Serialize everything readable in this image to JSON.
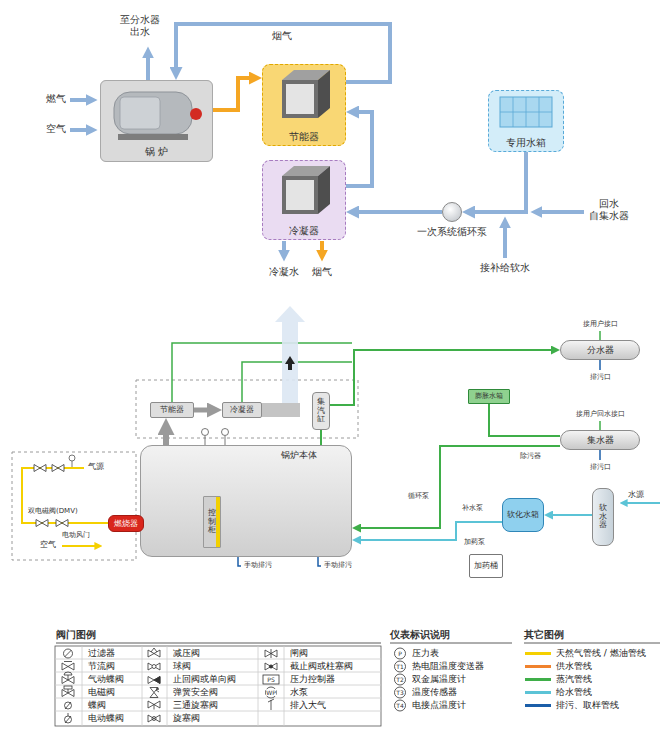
{
  "diagram": {
    "nodes": [
      {
        "text": [
          "锅 炉"
        ]
      },
      {
        "text": [
          "节能器"
        ]
      },
      {
        "text": [
          "冷凝器"
        ]
      },
      {
        "text": [
          "专用水箱"
        ]
      },
      {
        "text": [
          "一次系统循环泵"
        ]
      },
      {
        "text": [
          "锅炉本体"
        ]
      },
      {
        "text": [
          "节能器"
        ]
      },
      {
        "text": [
          "冷凝器"
        ]
      },
      {
        "text": [
          "集汽缸"
        ]
      },
      {
        "text": [
          "控制柜"
        ],
        "in": 5
      },
      {
        "text": [
          "燃烧器"
        ]
      },
      {
        "text": [
          "分水器"
        ]
      },
      {
        "text": [
          "集水器"
        ]
      },
      {
        "text": [
          "膨胀水箱"
        ]
      },
      {
        "text": [
          "软化水箱"
        ]
      },
      {
        "text": [
          "软水器"
        ]
      },
      {
        "text": [
          "加药桶"
        ]
      }
    ],
    "edges": [
      {
        "from": 0,
        "to": 1,
        "arrow": "to"
      },
      {
        "from": 4,
        "to": 2,
        "arrow": "to"
      },
      {
        "from": 2,
        "to": 1,
        "arrow": "to"
      },
      {
        "from": 1,
        "to": 0,
        "arrow": "to"
      },
      {
        "from": 3,
        "to": 4,
        "arrow": "to"
      },
      {
        "from": 5,
        "to": 6,
        "arrow": "to"
      },
      {
        "from": 6,
        "to": 7,
        "arrow": "to"
      },
      {
        "from": 8,
        "to": 11,
        "arrow": "to"
      },
      {
        "from": 12,
        "to": 5,
        "arrow": "to"
      },
      {
        "from": 14,
        "to": 5,
        "arrow": "to"
      },
      {
        "from": 15,
        "to": 14,
        "arrow": "to"
      },
      {
        "from": 13,
        "to": 12,
        "arrow": "none"
      },
      {
        "from": 5,
        "to": 8,
        "arrow": "none"
      }
    ],
    "labels": [
      "至分水器 出水",
      "燃气",
      "空气",
      "烟气",
      "冷凝水",
      "烟气",
      "回水 自集水器",
      "接补给软水",
      "气源",
      "双电磁阀(DMV)",
      "电动风门",
      "空气",
      "手动排污",
      "手动排污",
      "接用户接口",
      "排污口",
      "接用户回水接口",
      "排污口",
      "除污器",
      "循环泵",
      "补水泵",
      "加药泵",
      "水源",
      "阀门图例",
      "PS",
      "WP",
      "仪表标识说明",
      "P",
      "T1",
      "T2",
      "T3",
      "T4",
      "其它图例"
    ],
    "legend": [
      {
        "text": "过滤器"
      },
      {
        "text": "减压阀"
      },
      {
        "text": "闸阀"
      },
      {
        "text": "节流阀"
      },
      {
        "text": "球阀"
      },
      {
        "text": "截止阀或柱塞阀"
      },
      {
        "text": "气动蝶阀"
      },
      {
        "text": "止回阀或单向阀"
      },
      {
        "text": "压力控制器"
      },
      {
        "text": "电磁阀"
      },
      {
        "text": "弹簧安全阀"
      },
      {
        "text": "水泵"
      },
      {
        "text": "蝶阀"
      },
      {
        "text": "三通旋塞阀"
      },
      {
        "text": "排入大气"
      },
      {
        "text": "电动蝶阀"
      },
      {
        "text": "旋塞阀"
      },
      {
        "text": "压力表"
      },
      {
        "text": "热电阻温度变送器"
      },
      {
        "text": "双金属温度计"
      },
      {
        "text": "温度传感器"
      },
      {
        "text": "电接点温度计"
      },
      {
        "text": "天然气管线 / 燃油管线",
        "color": "#f5d000"
      },
      {
        "text": "供水管线",
        "color": "#f0822d"
      },
      {
        "text": "蒸汽管线",
        "color": "#3fae49"
      },
      {
        "text": "给水管线",
        "color": "#5bc3d6"
      },
      {
        "text": "排污、取样管线",
        "color": "#1b5ea8"
      }
    ]
  }
}
